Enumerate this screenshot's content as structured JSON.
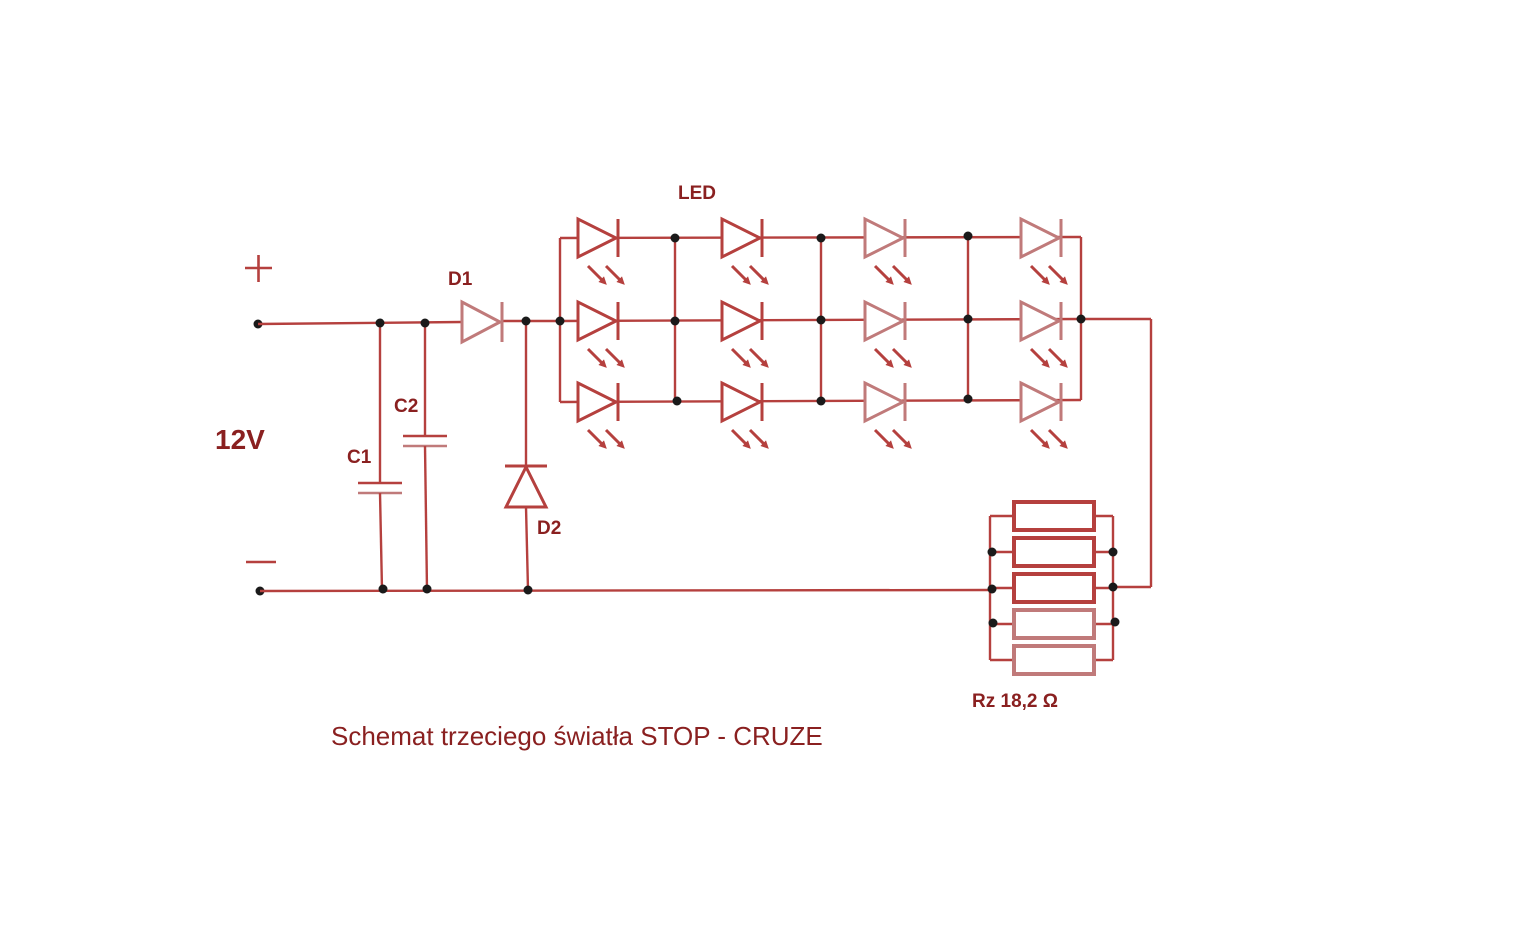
{
  "diagram": {
    "title": "Schemat trzeciego światła STOP - CRUZE",
    "voltage": "12V",
    "plus_sign": "+",
    "minus_sign": "−",
    "labels": {
      "c1": "C1",
      "c2": "C2",
      "d1": "D1",
      "d2": "D2",
      "led": "LED",
      "resistor": "Rz 18,2 Ω"
    },
    "colors": {
      "wire": "#b5403e",
      "diode_dark": "#b5403e",
      "diode_light": "#c07a7a",
      "text": "#8a2020",
      "node": "#1a1a1a"
    },
    "led_grid": {
      "columns": 4,
      "rows": 3
    },
    "resistor_bank": {
      "count": 5
    }
  }
}
